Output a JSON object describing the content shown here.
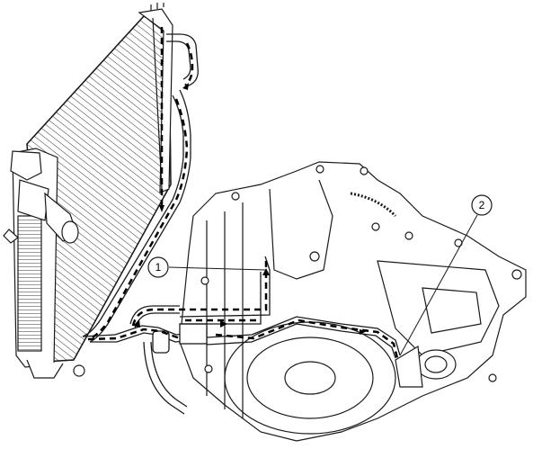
{
  "callouts": [
    {
      "id": "1",
      "label": "1"
    },
    {
      "id": "2",
      "label": "2"
    }
  ],
  "colors": {
    "line": "#1a1a1a",
    "background": "#ffffff",
    "flow": "#000000"
  }
}
